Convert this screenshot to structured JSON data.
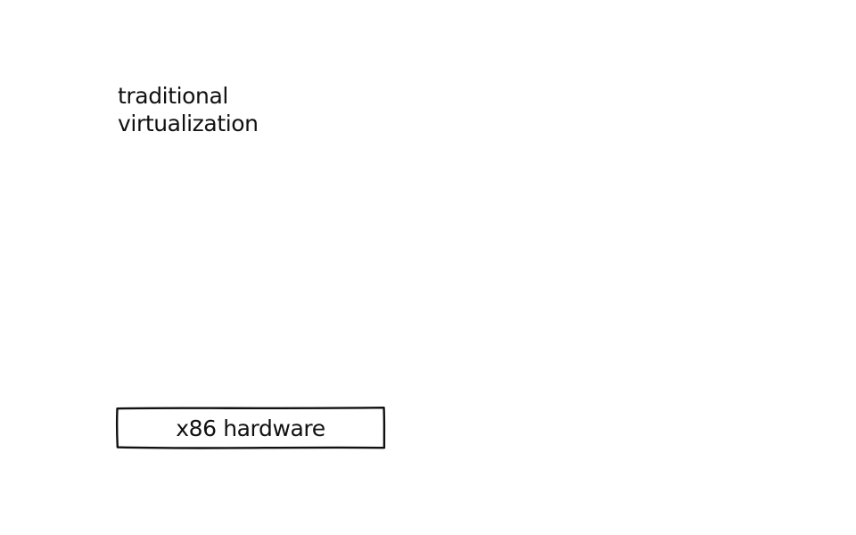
{
  "diagram": {
    "title_lines": [
      "traditional",
      "virtualization"
    ],
    "hardware_label": "x86 hardware"
  },
  "colors": {
    "ink": "#111111",
    "background": "#ffffff"
  }
}
